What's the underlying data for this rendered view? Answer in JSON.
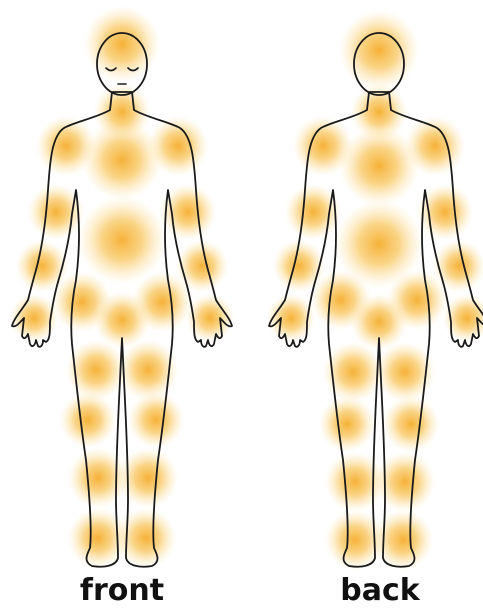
{
  "views": [
    {
      "id": "front",
      "label": "front"
    },
    {
      "id": "back",
      "label": "back"
    }
  ],
  "colors": {
    "outline": "#1a1a1a",
    "body_fill": "#ffffff",
    "highlight_core": "#f6b73c",
    "highlight_edge": "#fbd98a",
    "background": "#ffffff"
  },
  "figure_features": {
    "front": [
      "closed-eyes",
      "mouth"
    ],
    "back": []
  }
}
